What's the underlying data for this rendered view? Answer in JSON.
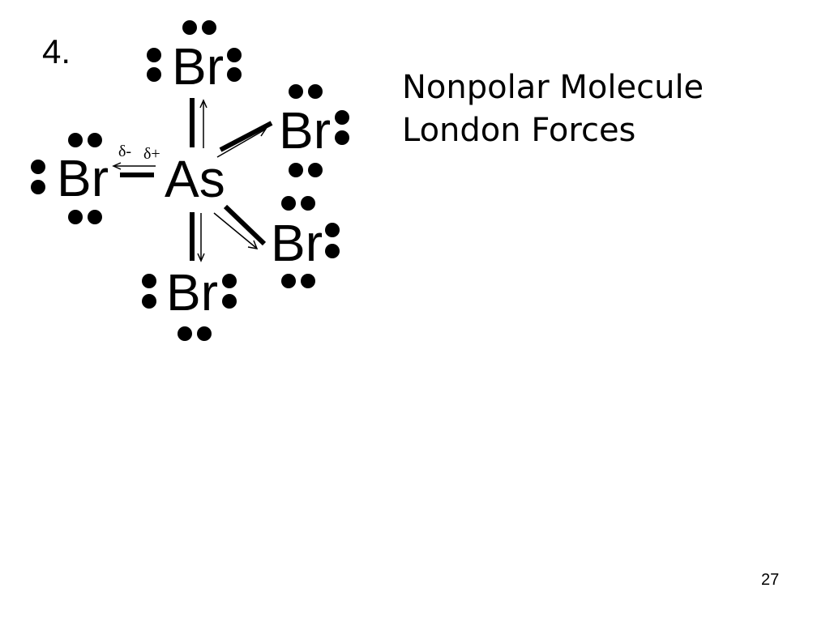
{
  "slide": {
    "question_number": "4.",
    "notes": [
      "Nonpolar Molecule",
      "London Forces"
    ],
    "page_number": "27"
  },
  "structure": {
    "central_atom": "As",
    "ligand_atom": "Br",
    "partial_negative": "δ-",
    "partial_positive": "δ+"
  }
}
